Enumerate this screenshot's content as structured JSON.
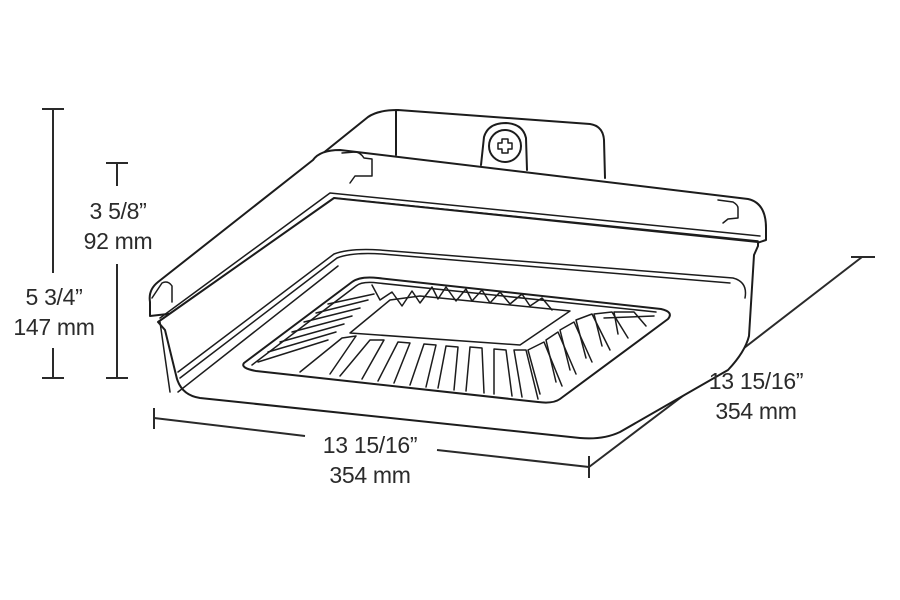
{
  "diagram": {
    "subject": "Square canopy LED light fixture, isometric line drawing",
    "colors": {
      "background": "#ffffff",
      "line": "#1c1c1c",
      "text": "#2b2b2b"
    }
  },
  "dimensions": {
    "overall_height": {
      "imperial": "5 3/4”",
      "metric": "147 mm"
    },
    "housing_height": {
      "imperial": "3 5/8”",
      "metric": "92 mm"
    },
    "width": {
      "imperial": "13 15/16”",
      "metric": "354 mm"
    },
    "depth": {
      "imperial": "13 15/16”",
      "metric": "354 mm"
    }
  }
}
